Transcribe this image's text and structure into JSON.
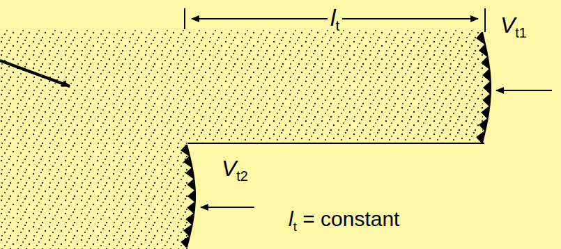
{
  "diagram": {
    "labels": [
      "lt",
      "Vt1",
      "Vt2",
      "lt = constant"
    ]
  }
}
